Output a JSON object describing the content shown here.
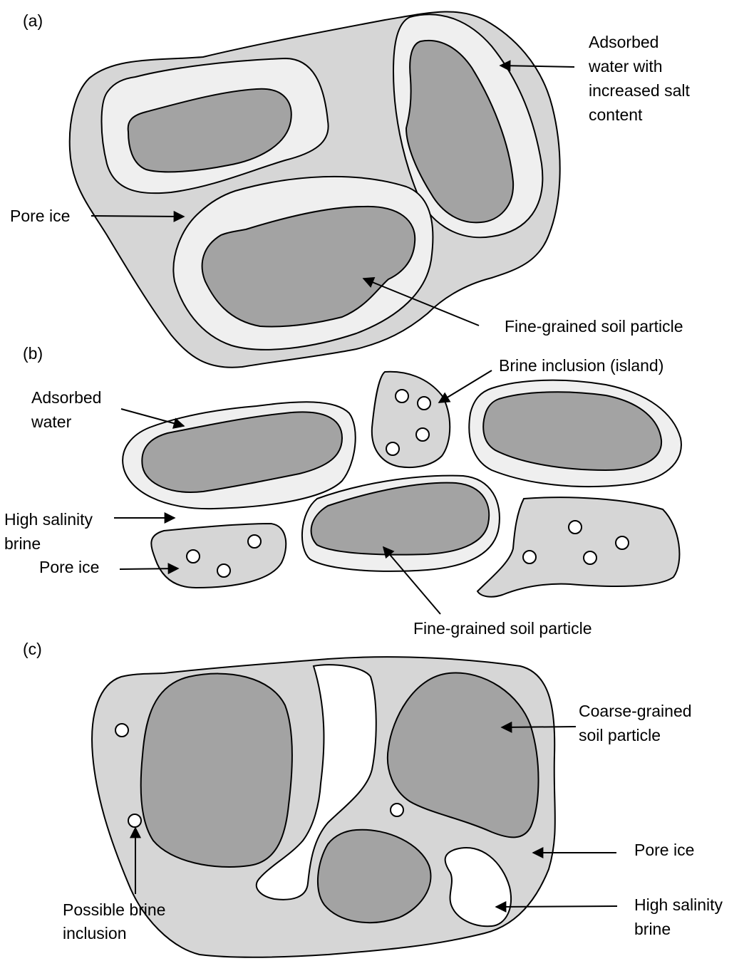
{
  "panels": {
    "a": {
      "tag": "(a)",
      "labels": {
        "adsorbed_salt": [
          "Adsorbed",
          "water with",
          "increased salt",
          "content"
        ],
        "pore_ice": "Pore ice",
        "soil_particle": "Fine-grained soil particle"
      }
    },
    "b": {
      "tag": "(b)",
      "labels": {
        "brine_inclusion": "Brine inclusion (island)",
        "adsorbed_water": [
          "Adsorbed",
          "water"
        ],
        "high_salinity": [
          "High salinity",
          "brine"
        ],
        "pore_ice": "Pore ice",
        "soil_particle": "Fine-grained soil particle"
      }
    },
    "c": {
      "tag": "(c)",
      "labels": {
        "coarse_particle": [
          "Coarse-grained",
          "soil particle"
        ],
        "pore_ice": "Pore ice",
        "high_salinity": [
          "High salinity",
          "brine"
        ],
        "possible_brine": [
          "Possible brine",
          "inclusion"
        ]
      }
    }
  },
  "colors": {
    "pore_ice": "#d6d6d6",
    "adsorbed_water": "#efefef",
    "soil_particle": "#a3a3a3",
    "brine": "#ffffff",
    "outline": "#000000"
  }
}
